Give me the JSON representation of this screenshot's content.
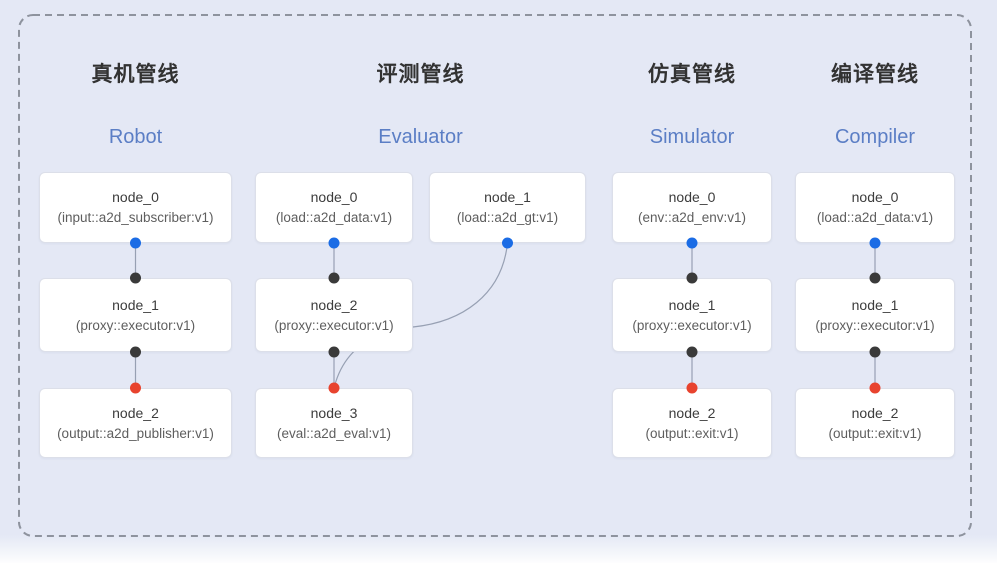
{
  "diagram": {
    "pipelines": [
      {
        "title_zh": "真机管线",
        "title_en": "Robot",
        "nodes": [
          {
            "name": "node_0",
            "type": "(input::a2d_subscriber:v1)"
          },
          {
            "name": "node_1",
            "type": "(proxy::executor:v1)"
          },
          {
            "name": "node_2",
            "type": "(output::a2d_publisher:v1)"
          }
        ]
      },
      {
        "title_zh": "评测管线",
        "title_en": "Evaluator",
        "nodes": [
          {
            "name": "node_0",
            "type": "(load::a2d_data:v1)"
          },
          {
            "name": "node_1",
            "type": "(load::a2d_gt:v1)"
          },
          {
            "name": "node_2",
            "type": "(proxy::executor:v1)"
          },
          {
            "name": "node_3",
            "type": "(eval::a2d_eval:v1)"
          }
        ]
      },
      {
        "title_zh": "仿真管线",
        "title_en": "Simulator",
        "nodes": [
          {
            "name": "node_0",
            "type": "(env::a2d_env:v1)"
          },
          {
            "name": "node_1",
            "type": "(proxy::executor:v1)"
          },
          {
            "name": "node_2",
            "type": "(output::exit:v1)"
          }
        ]
      },
      {
        "title_zh": "编译管线",
        "title_en": "Compiler",
        "nodes": [
          {
            "name": "node_0",
            "type": "(load::a2d_data:v1)"
          },
          {
            "name": "node_1",
            "type": "(proxy::executor:v1)"
          },
          {
            "name": "node_2",
            "type": "(output::exit:v1)"
          }
        ]
      }
    ],
    "colors": {
      "background": "#e4e8f5",
      "node_fill": "#ffffff",
      "node_border": "#dcdfe9",
      "edge": "#97a0b3",
      "dashed_border": "#8e939e",
      "port_blue": "#1b6ce5",
      "port_black": "#3a3a3a",
      "port_red": "#e8432e",
      "title_zh_color": "#323232",
      "title_en_color": "#5b7ec5"
    }
  }
}
